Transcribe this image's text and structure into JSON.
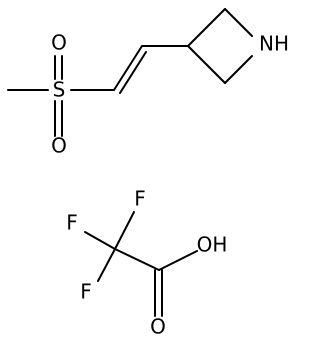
{
  "molecule_1": {
    "atoms": {
      "sulfur": "S",
      "oxygen_top": "O",
      "oxygen_bottom": "O",
      "nitrogen": "NH"
    }
  },
  "molecule_2": {
    "atoms": {
      "fluorine_1": "F",
      "fluorine_2": "F",
      "fluorine_3": "F",
      "hydroxyl": "OH",
      "carbonyl_oxygen": "O"
    }
  }
}
